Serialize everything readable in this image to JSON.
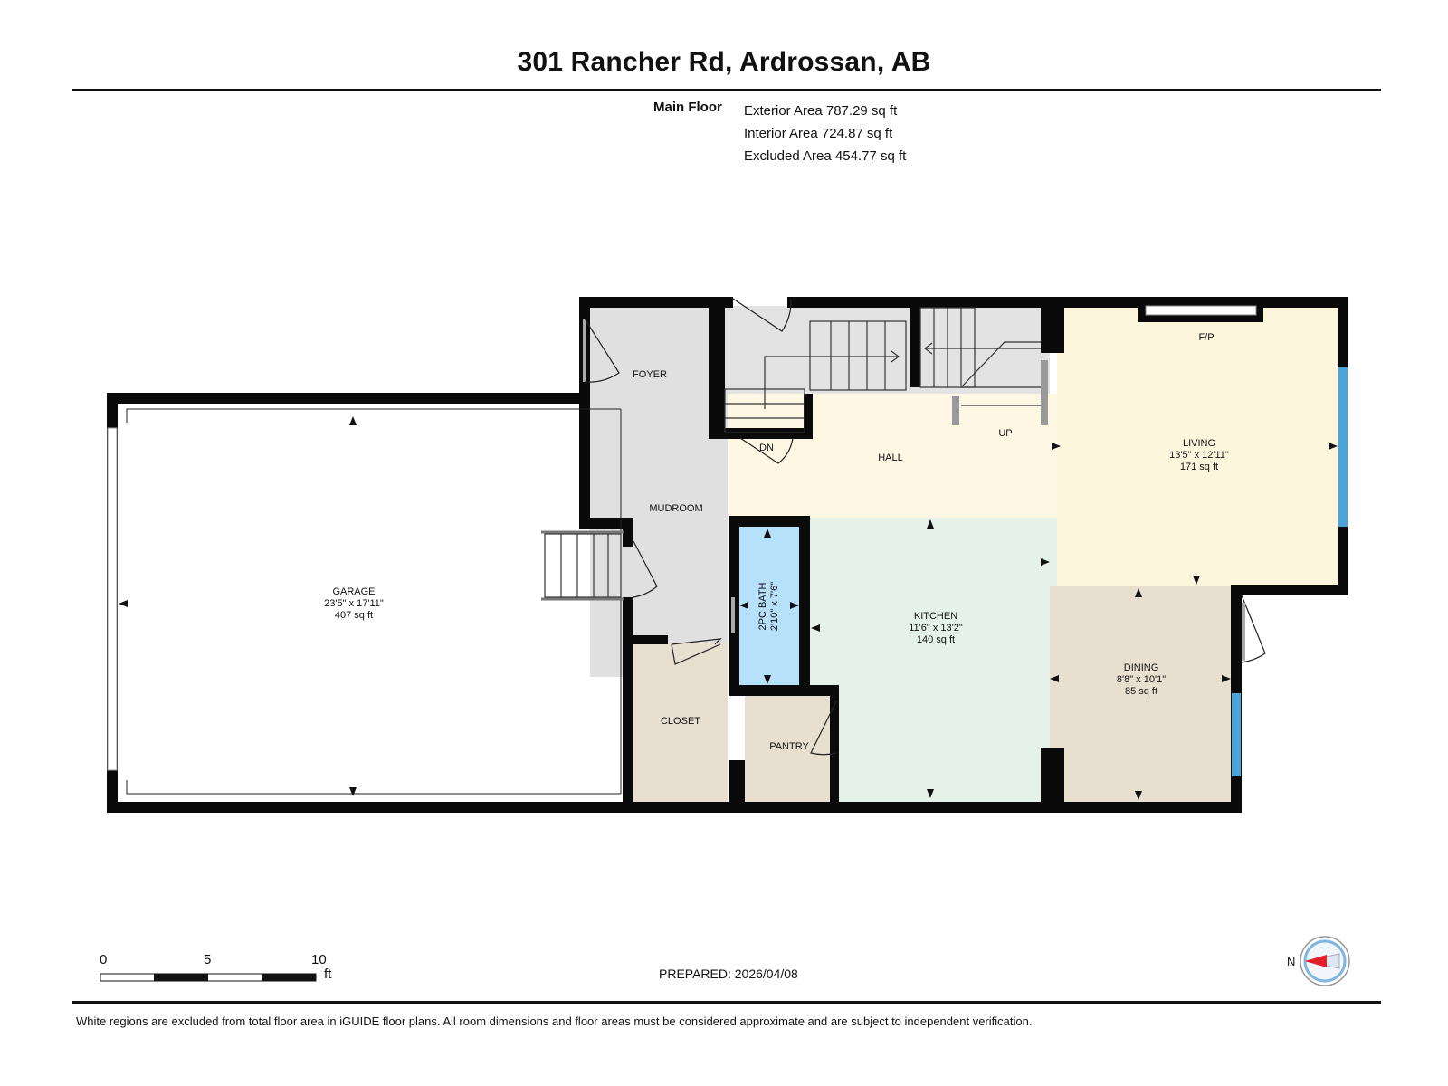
{
  "title": "301 Rancher Rd, Ardrossan, AB",
  "summary": {
    "floor": "Main Floor",
    "exterior": "Exterior Area 787.29 sq ft",
    "interior": "Interior Area 724.87 sq ft",
    "excluded": "Excluded Area 454.77 sq ft"
  },
  "rooms": {
    "foyer": {
      "name": "FOYER"
    },
    "mudroom": {
      "name": "MUDROOM"
    },
    "hall": {
      "name": "HALL"
    },
    "dn": "DN",
    "up": "UP",
    "fp": "F/P",
    "living": {
      "name": "LIVING",
      "dims": "13'5\" x 12'11\"",
      "area": "171 sq ft"
    },
    "garage": {
      "name": "GARAGE",
      "dims": "23'5\" x 17'11\"",
      "area": "407 sq ft"
    },
    "kitchen": {
      "name": "KITCHEN",
      "dims": "11'6\" x 13'2\"",
      "area": "140 sq ft"
    },
    "dining": {
      "name": "DINING",
      "dims": "8'8\" x 10'1\"",
      "area": "85 sq ft"
    },
    "bath": {
      "name": "2PC BATH",
      "dims": "2'10\" x 7'6\""
    },
    "closet": {
      "name": "CLOSET"
    },
    "pantry": {
      "name": "PANTRY"
    }
  },
  "scale": {
    "zero": "0",
    "five": "5",
    "ten": "10",
    "unit": "ft"
  },
  "prepared": "PREPARED: 2026/04/08",
  "disclaimer": "White regions are excluded from total floor area in iGUIDE floor plans. All room dimensions and floor areas must be considered approximate and are subject to independent verification.",
  "compass": {
    "label": "N"
  },
  "colors": {
    "wall": "#0a0a0a",
    "foyer": "#e0e0e0",
    "hall": "#fdf7e3",
    "living": "#fcf6dd",
    "kitchen": "#e4f2ea",
    "dining": "#e8dfd1",
    "bath": "#b7e0fa",
    "closet": "#e8dfd1",
    "window": "#4aa6d8",
    "compass_red": "#e0202a"
  }
}
